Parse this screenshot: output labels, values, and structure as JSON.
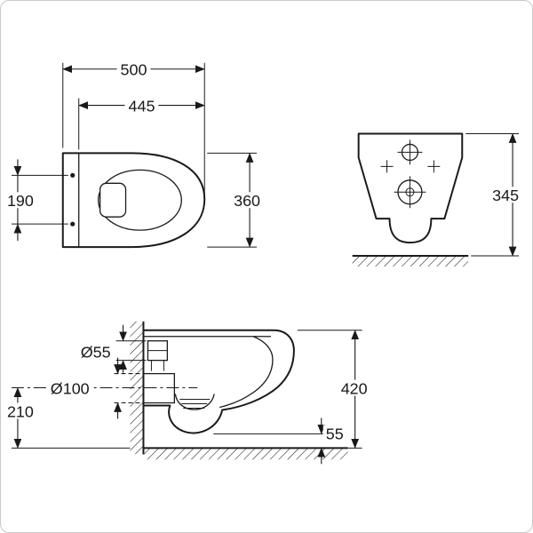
{
  "dims": {
    "top": {
      "overall_width": "500",
      "seat_depth": "445",
      "hole_spacing": "190",
      "overall_depth": "360"
    },
    "front": {
      "height_to_top": "345"
    },
    "side": {
      "inlet_diameter": "Ø55",
      "outlet_diameter": "Ø100",
      "outlet_center_height": "210",
      "overall_height": "420",
      "floor_clearance": "55"
    }
  }
}
